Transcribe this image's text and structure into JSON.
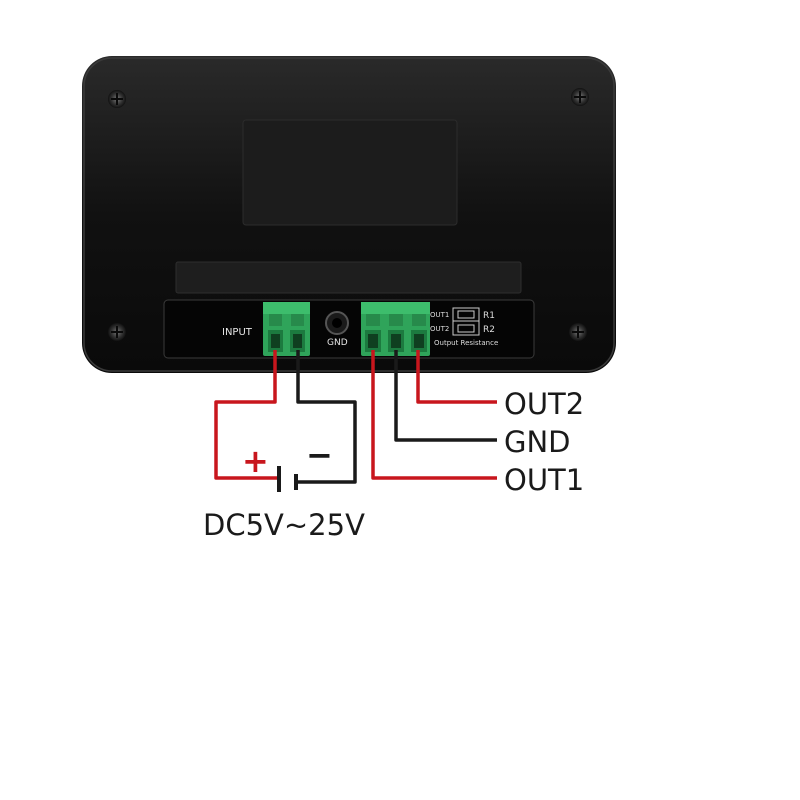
{
  "device": {
    "input_label": "INPUT",
    "gnd_jack_label": "GND",
    "resistor_labels": [
      "OUT1",
      "OUT2",
      "R1",
      "R2"
    ],
    "output_resistance_label": "Output Resistance"
  },
  "wiring": {
    "out2": "OUT2",
    "gnd": "GND",
    "out1": "OUT1",
    "plus": "+",
    "minus": "−",
    "supply": "DC5V~25V"
  },
  "colors": {
    "case": "#121212",
    "terminal_green": "#2fa45a",
    "wire_red": "#c8161d",
    "wire_black": "#1a1a1a"
  }
}
